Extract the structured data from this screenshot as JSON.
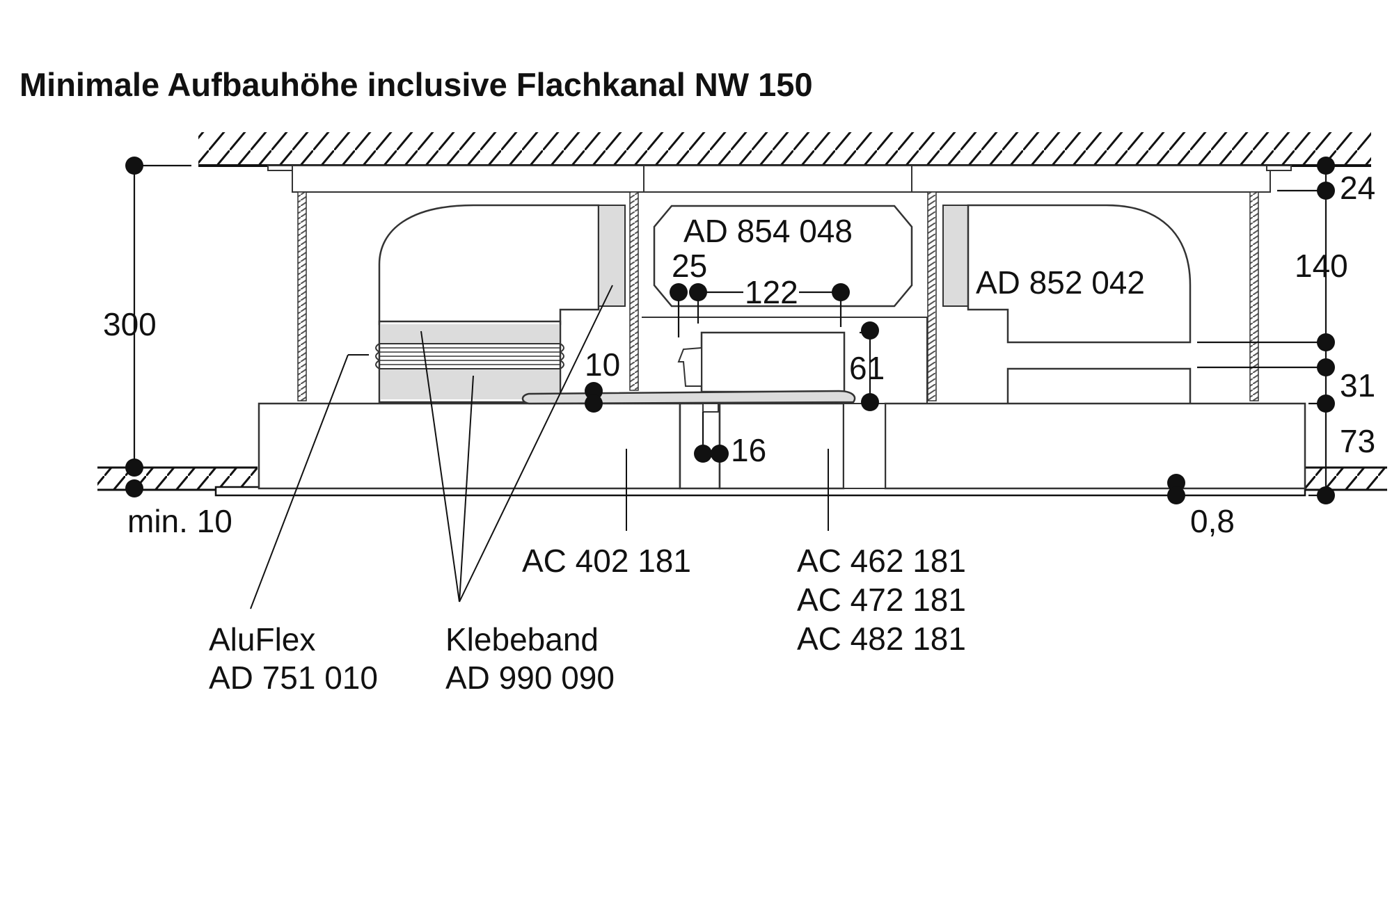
{
  "title": "Minimale Aufbauhöhe inclusive Flachkanal NW 150",
  "dimensions": {
    "d300": "300",
    "d24": "24",
    "d140": "140",
    "d31": "31",
    "d73": "73",
    "d10_mid": "10",
    "d25": "25",
    "d122": "122",
    "d61": "61",
    "d16": "16",
    "min10": "min. 10",
    "d08": "0,8"
  },
  "parts": {
    "ad854048": "AD 854 048",
    "ad852042": "AD 852 042",
    "ac402181": "AC 402 181",
    "ac462181": "AC 462 181",
    "ac472181": "AC 472 181",
    "ac482181": "AC 482 181",
    "aluflex_name": "AluFlex",
    "aluflex_code": "AD 751 010",
    "klebeband_name": "Klebeband",
    "klebeband_code": "AD 990 090"
  },
  "colors": {
    "line": "#111111",
    "fill_gray": "#dcdcdc",
    "background": "#ffffff"
  }
}
